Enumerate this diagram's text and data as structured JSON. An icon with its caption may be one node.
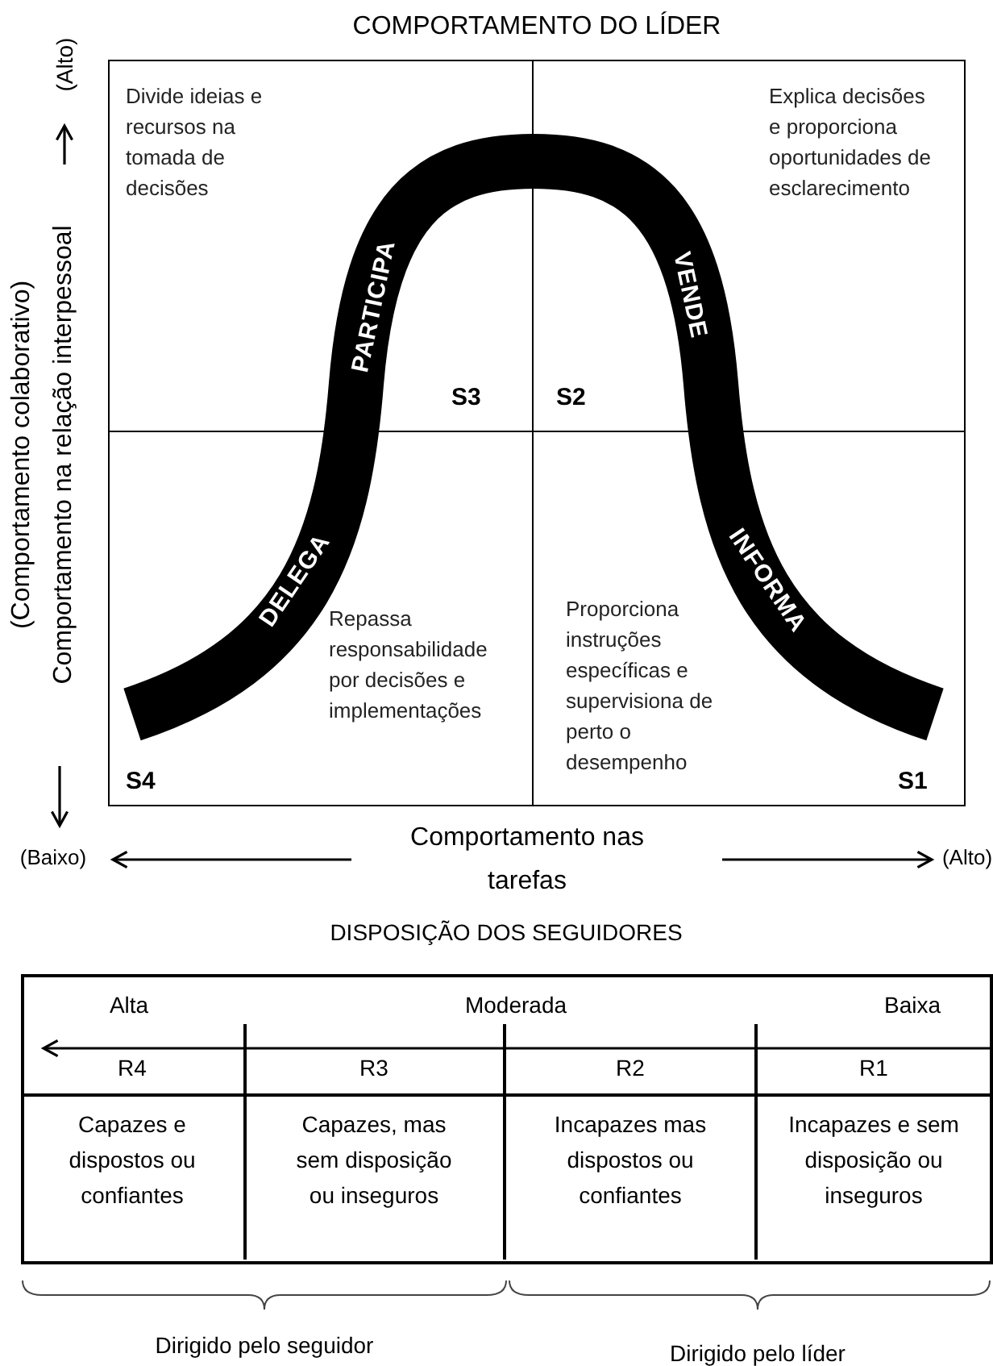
{
  "diagram": {
    "title": "COMPORTAMENTO DO LÍDER",
    "nodes": [
      {
        "text": [
          "Divide ideias e recursos na tomada de decisões",
          "S3"
        ]
      },
      {
        "text": [
          "Explica decisões e proporciona oportunidades de esclarecimento",
          "S2"
        ]
      },
      {
        "text": [
          "Repassa responsabilidade por decisões e implementações",
          "S4"
        ]
      },
      {
        "text": [
          "Proporciona instruções específicas e supervisiona de perto o desempenho",
          "S1"
        ]
      }
    ],
    "labels": [
      "(Alto)",
      "(Comportamento colaborativo)",
      "Comportamento na relação interpessoal",
      "PARTICIPA",
      "VENDE",
      "DELEGA",
      "INFORMA",
      "(Baixo)",
      "Comportamento nas tarefas",
      "(Alto)",
      "DISPOSIÇÃO DOS SEGUIDORES",
      "Alta",
      "Moderada",
      "Baixa",
      "R4",
      "R3",
      "R2",
      "R1",
      "Capazes e dispostos ou confiantes",
      "Capazes, mas sem disposição ou inseguros",
      "Incapazes mas dispostos ou confiantes",
      "Incapazes e sem disposição ou inseguros",
      "Dirigido pelo seguidor",
      "Dirigido pelo líder"
    ]
  }
}
